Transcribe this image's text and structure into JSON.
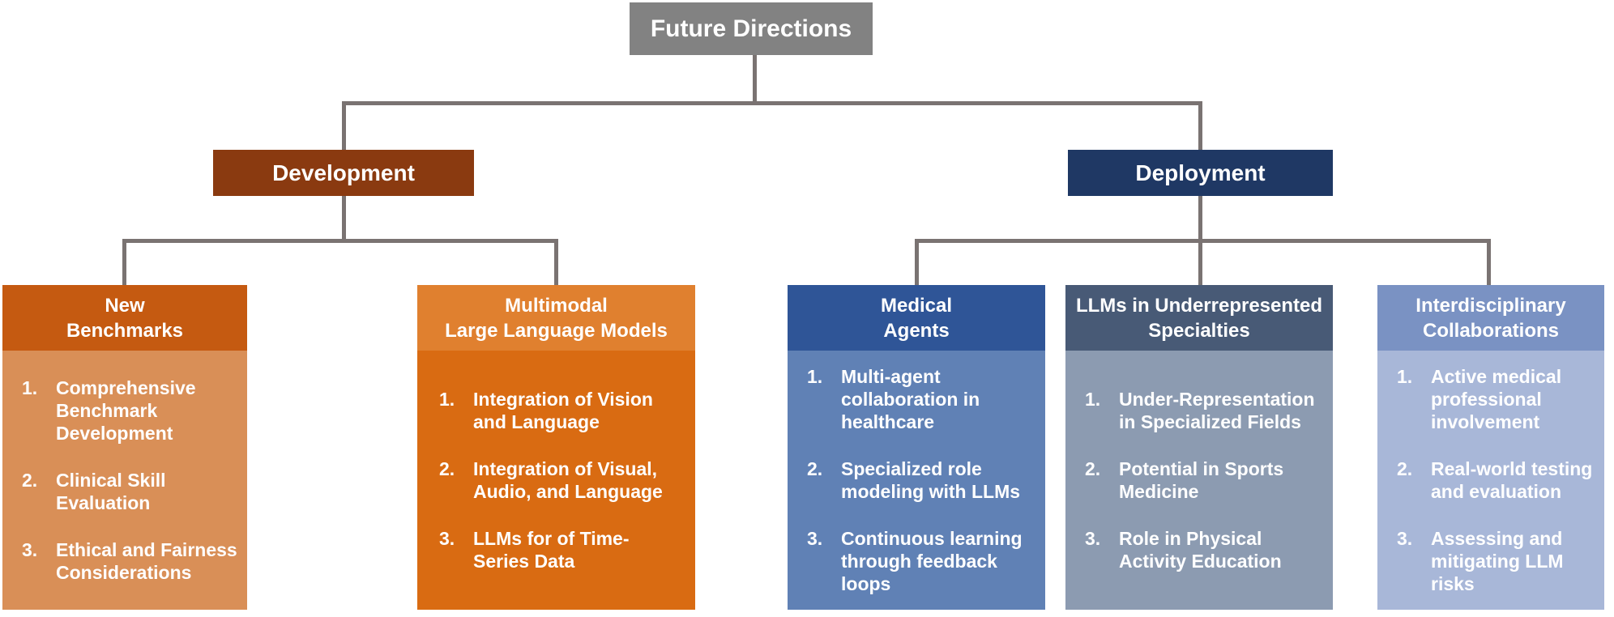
{
  "diagram": {
    "root": {
      "label": "Future Directions"
    },
    "branches": [
      {
        "label": "Development"
      },
      {
        "label": "Deployment"
      }
    ],
    "leaves": [
      {
        "parent": "Development",
        "title_line1": "New",
        "title_line2": "Benchmarks",
        "items": [
          {
            "num": "1.",
            "text": "Comprehensive Benchmark Development"
          },
          {
            "num": "2.",
            "text": "Clinical Skill Evaluation"
          },
          {
            "num": "3.",
            "text": "Ethical and Fairness Considerations"
          }
        ]
      },
      {
        "parent": "Development",
        "title_line1": "Multimodal",
        "title_line2": "Large Language Models",
        "items": [
          {
            "num": "1.",
            "text": "Integration of Vision and Language"
          },
          {
            "num": "2.",
            "text": "Integration of Visual, Audio, and Language"
          },
          {
            "num": "3.",
            "text": "LLMs for of Time-Series Data"
          }
        ]
      },
      {
        "parent": "Deployment",
        "title_line1": "Medical",
        "title_line2": "Agents",
        "items": [
          {
            "num": "1.",
            "text": "Multi-agent collaboration in healthcare"
          },
          {
            "num": "2.",
            "text": "Specialized role modeling with LLMs"
          },
          {
            "num": "3.",
            "text": "Continuous learning through feedback loops"
          }
        ]
      },
      {
        "parent": "Deployment",
        "title_line1": "LLMs in Underrepresented",
        "title_line2": "Specialties",
        "items": [
          {
            "num": "1.",
            "text": "Under-Representation in Specialized Fields"
          },
          {
            "num": "2.",
            "text": "Potential in Sports Medicine"
          },
          {
            "num": "3.",
            "text": "Role in Physical Activity Education"
          }
        ]
      },
      {
        "parent": "Deployment",
        "title_line1": "Interdisciplinary",
        "title_line2": "Collaborations",
        "items": [
          {
            "num": "1.",
            "text": "Active medical professional involvement"
          },
          {
            "num": "2.",
            "text": "Real-world testing and evaluation"
          },
          {
            "num": "3.",
            "text": "Assessing and mitigating LLM risks"
          }
        ]
      }
    ]
  },
  "colors": {
    "connector": "#7a7372",
    "root_bg": "#828282",
    "development_bg": "#8a3a10",
    "deployment_bg": "#1f3864",
    "leaf1_header": "#c55a11",
    "leaf1_body": "#d98f57",
    "leaf2_header": "#e0802f",
    "leaf2_body": "#d96b12",
    "leaf3_header": "#2f5597",
    "leaf3_body": "#6081b5",
    "leaf4_header": "#485a76",
    "leaf4_body": "#8c9bb1",
    "leaf5_header": "#7a92c3",
    "leaf5_body": "#a8b7d8",
    "text": "#ffffff"
  }
}
